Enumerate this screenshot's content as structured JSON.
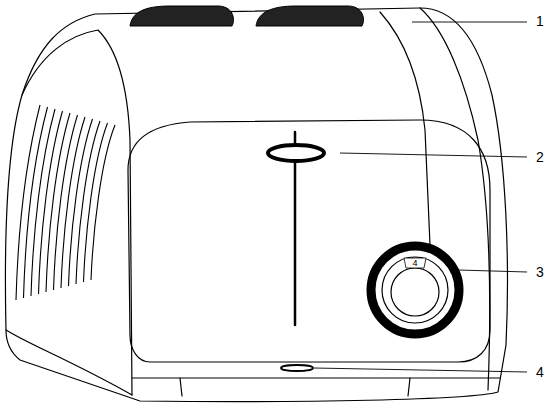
{
  "diagram": {
    "labels": [
      "1",
      "2",
      "3",
      "4",
      "4"
    ]
  }
}
